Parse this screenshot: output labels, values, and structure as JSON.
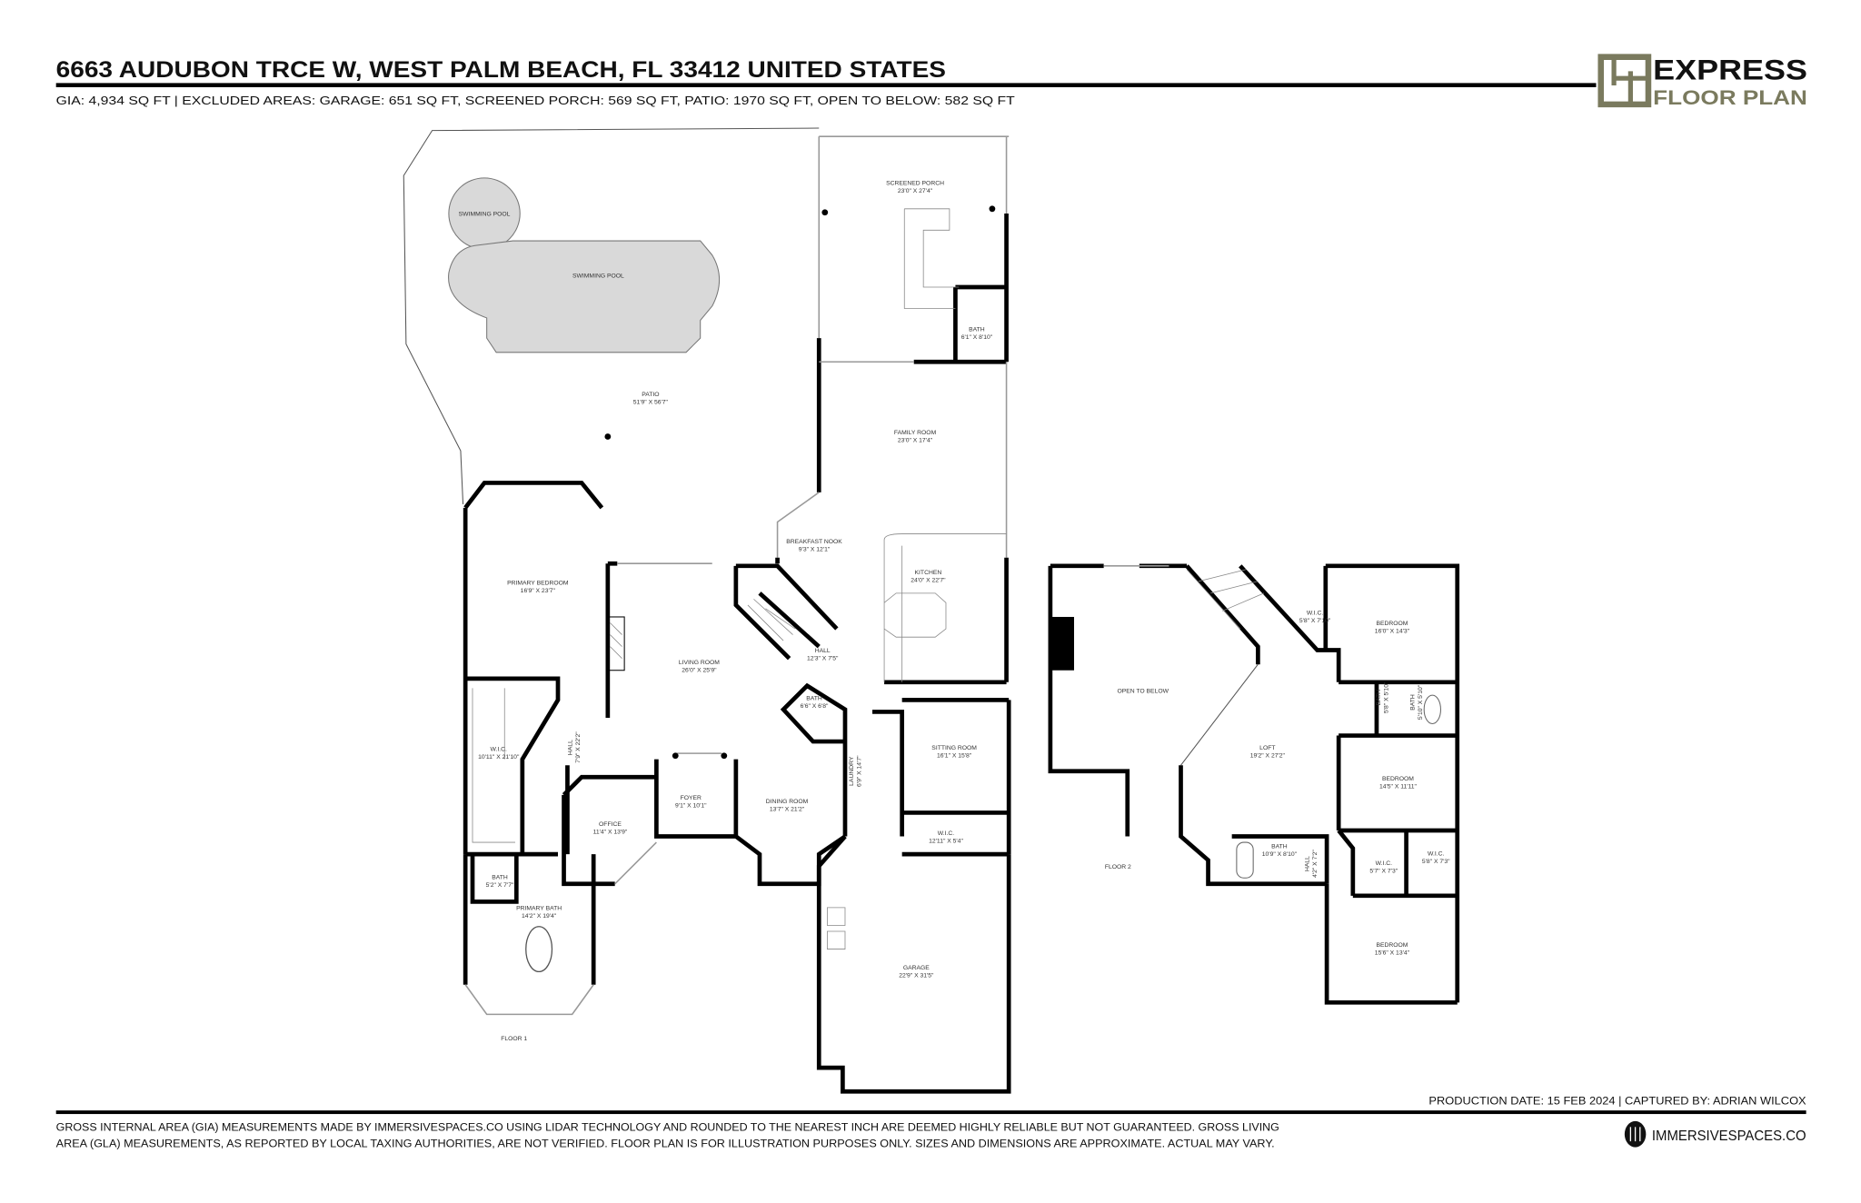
{
  "header": {
    "title": "6663 AUDUBON TRCE W, WEST PALM BEACH, FL 33412 UNITED STATES",
    "subtitle": "GIA: 4,934 SQ FT |  EXCLUDED AREAS:  GARAGE: 651 SQ FT, SCREENED PORCH: 569 SQ FT, PATIO: 1970 SQ FT, OPEN TO BELOW: 582 SQ FT"
  },
  "logo": {
    "line1": "EXPRESS",
    "line2": "FLOOR PLAN",
    "color": "#7a7a5e"
  },
  "floor1": {
    "label": "FLOOR 1",
    "rooms": [
      {
        "name": "SCREENED PORCH",
        "dims": "23'0\" X 27'4\""
      },
      {
        "name": "BATH",
        "dims": "6'1\" X 8'10\""
      },
      {
        "name": "SWIMMING POOL",
        "dims": ""
      },
      {
        "name": "SWIMMING POOL",
        "dims": ""
      },
      {
        "name": "PATIO",
        "dims": "51'9\" X 56'7\""
      },
      {
        "name": "FAMILY ROOM",
        "dims": "23'0\" X 17'4\""
      },
      {
        "name": "BREAKFAST NOOK",
        "dims": "9'3\" X 12'1\""
      },
      {
        "name": "KITCHEN",
        "dims": "24'0\" X 22'7\""
      },
      {
        "name": "PRIMARY BEDROOM",
        "dims": "16'9\" X 23'7\""
      },
      {
        "name": "LIVING ROOM",
        "dims": "26'0\" X 25'9\""
      },
      {
        "name": "HALL",
        "dims": "12'3\" X 7'5\""
      },
      {
        "name": "BATH",
        "dims": "6'6\" X 6'8\""
      },
      {
        "name": "W.I.C.",
        "dims": "10'11\" X 21'10\""
      },
      {
        "name": "HALL",
        "dims": "7'9\" X 22'2\""
      },
      {
        "name": "LAUNDRY",
        "dims": "6'9\" X 14'7\""
      },
      {
        "name": "SITTING ROOM",
        "dims": "16'1\" X 15'8\""
      },
      {
        "name": "OFFICE",
        "dims": "11'4\" X 13'9\""
      },
      {
        "name": "FOYER",
        "dims": "9'1\" X 10'1\""
      },
      {
        "name": "DINING ROOM",
        "dims": "13'7\" X 21'2\""
      },
      {
        "name": "W.I.C.",
        "dims": "12'11\" X 5'4\""
      },
      {
        "name": "BATH",
        "dims": "5'2\" X 7'7\""
      },
      {
        "name": "PRIMARY BATH",
        "dims": "14'2\" X 19'4\""
      },
      {
        "name": "GARAGE",
        "dims": "22'9\" X 31'5\""
      }
    ]
  },
  "floor2": {
    "label": "FLOOR 2",
    "rooms": [
      {
        "name": "OPEN TO BELOW",
        "dims": ""
      },
      {
        "name": "W.I.C.",
        "dims": "5'8\" X 7'10\""
      },
      {
        "name": "BEDROOM",
        "dims": "16'0\" X 14'3\""
      },
      {
        "name": "BATH",
        "dims": "5'8\" X 5'10\""
      },
      {
        "name": "BATH",
        "dims": "5'10\" X 5'10\""
      },
      {
        "name": "LOFT",
        "dims": "19'2\" X 27'2\""
      },
      {
        "name": "BEDROOM",
        "dims": "14'5\" X 11'11\""
      },
      {
        "name": "BATH",
        "dims": "10'9\" X 8'10\""
      },
      {
        "name": "HALL",
        "dims": "4'2\" X 7'2\""
      },
      {
        "name": "W.I.C.",
        "dims": "5'7\" X 7'3\""
      },
      {
        "name": "W.I.C.",
        "dims": "5'8\" X 7'3\""
      },
      {
        "name": "BEDROOM",
        "dims": "15'6\" X 13'4\""
      }
    ]
  },
  "footer": {
    "production": "PRODUCTION DATE: 15 FEB 2024  |  CAPTURED BY: ADRIAN WILCOX",
    "disclaimer_line1": "GROSS INTERNAL AREA (GIA) MEASUREMENTS MADE BY IMMERSIVESPACES.CO USING LIDAR TECHNOLOGY AND ROUNDED TO THE NEAREST INCH ARE DEEMED HIGHLY RELIABLE BUT NOT GUARANTEED. GROSS LIVING",
    "disclaimer_line2": "AREA (GLA) MEASUREMENTS, AS REPORTED BY LOCAL TAXING AUTHORITIES, ARE NOT VERIFIED. FLOOR PLAN IS FOR ILLUSTRATION PURPOSES ONLY. SIZES AND DIMENSIONS ARE APPROXIMATE. ACTUAL MAY VARY.",
    "brand": "IMMERSIVESPACES.CO"
  }
}
